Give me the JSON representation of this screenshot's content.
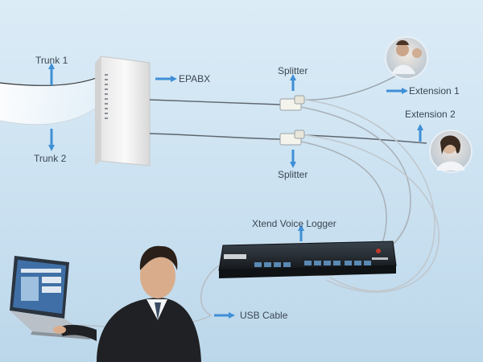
{
  "labels": {
    "trunk1": "Trunk 1",
    "trunk2": "Trunk 2",
    "epabx": "EPABX",
    "splitter_top": "Splitter",
    "splitter_bottom": "Splitter",
    "extension1": "Extension 1",
    "extension2": "Extension 2",
    "logger": "Xtend Voice Logger",
    "usb": "USB Cable"
  },
  "colors": {
    "arrow": "#3f8fd6",
    "cable": "#7d8790",
    "device_body": "#f2f2f2",
    "logger_body": "#1f252b"
  }
}
